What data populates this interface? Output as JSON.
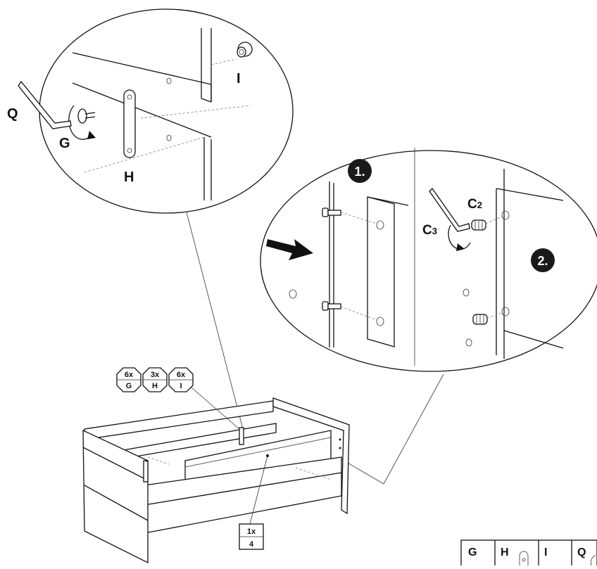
{
  "callout_top": {
    "label_q": "Q",
    "label_g": "G",
    "label_h": "H",
    "label_i": "I"
  },
  "callout_right": {
    "step1": "1.",
    "step2": "2.",
    "label_c2_letter": "C",
    "label_c2_sub": "2",
    "label_c3_letter": "C",
    "label_c3_sub": "3"
  },
  "parts_badges": [
    {
      "qty": "6x",
      "part": "G"
    },
    {
      "qty": "3x",
      "part": "H"
    },
    {
      "qty": "6x",
      "part": "I"
    }
  ],
  "count_box": {
    "qty": "1x",
    "value": "4"
  },
  "legend_strip": [
    "G",
    "H",
    "I",
    "Q"
  ],
  "colors": {
    "ink": "#111111",
    "paper": "#ffffff",
    "badge": "#1a1a1a"
  }
}
